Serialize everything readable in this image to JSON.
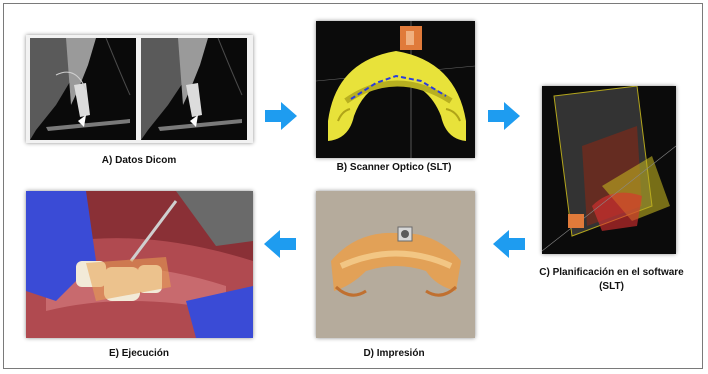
{
  "steps": {
    "a": {
      "label": "A) Datos Dicom"
    },
    "b": {
      "label": "B) Scanner Optico (SLT)"
    },
    "c": {
      "label_line1": "C) Planificación en el software",
      "label_line2": "(SLT)"
    },
    "d": {
      "label": "D) Impresión"
    },
    "e": {
      "label": "E) Ejecución"
    }
  },
  "colors": {
    "arrow": "#1e9cf0",
    "scan_model": "#e8e23a",
    "guide": "#e7a050",
    "glove": "#3a4bd6",
    "tile_dark": "#0b0b0b"
  },
  "icons": {
    "flow_arrow": "arrow-icon"
  }
}
